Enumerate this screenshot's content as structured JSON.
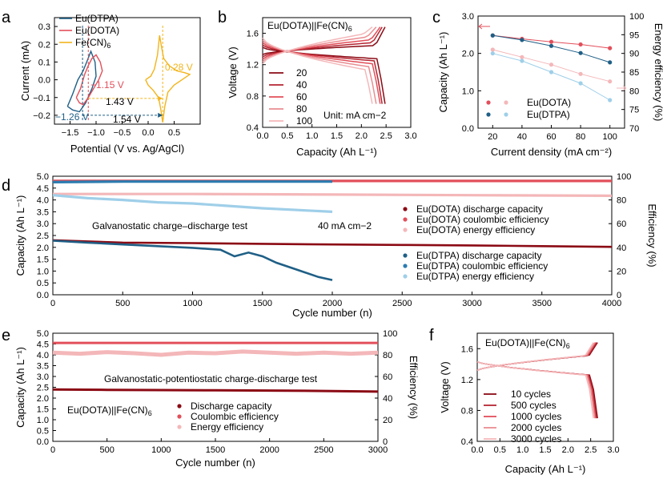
{
  "colors": {
    "dtpa": "#1f5f86",
    "dota": "#e24f5a",
    "fecn": "#f2b41b",
    "dota_dark": "#8b0a14",
    "dtpa_light": "#9fcfe9",
    "dota_light": "#f4b7b9",
    "dota_mid": "#ea8d91"
  },
  "chart_data": [
    {
      "panel": "a",
      "type": "line",
      "xlabel": "Potential (V vs. Ag/AgCl)",
      "ylabel": "Current (mA)",
      "xlim": [
        -1.8,
        1.0
      ],
      "ylim": [
        -0.25,
        0.35
      ],
      "xticks": [
        "-1.5",
        "-1.0",
        "-0.5",
        "0.0",
        "0.5"
      ],
      "yticks": [
        "-0.2",
        "-0.1",
        "0.0",
        "0.1",
        "0.2",
        "0.3"
      ],
      "legend": [
        "Eu(DTPA)",
        "Eu(DOTA)",
        "Fe(CN)6"
      ],
      "annotations": [
        "0.28 V",
        "−1.15 V",
        "1.43 V",
        "−1.26 V",
        "1.54 V"
      ],
      "series": [
        {
          "name": "Eu(DTPA)",
          "x": [
            -1.55,
            -1.45,
            -1.35,
            -1.25,
            -1.18,
            -1.1,
            -1.02,
            -1.0,
            -1.08,
            -1.2,
            -1.32,
            -1.45,
            -1.55
          ],
          "y": [
            -0.15,
            -0.08,
            0.0,
            0.05,
            0.1,
            0.16,
            0.1,
            0.02,
            -0.05,
            -0.13,
            -0.18,
            -0.17,
            -0.15
          ]
        },
        {
          "name": "Eu(DOTA)",
          "x": [
            -1.38,
            -1.3,
            -1.22,
            -1.15,
            -1.08,
            -1.0,
            -0.92,
            -0.88,
            -0.95,
            -1.05,
            -1.15,
            -1.25,
            -1.32,
            -1.38
          ],
          "y": [
            -0.1,
            -0.05,
            0.03,
            0.08,
            0.12,
            0.14,
            0.1,
            0.05,
            0.0,
            -0.05,
            -0.1,
            -0.14,
            -0.13,
            -0.1
          ]
        },
        {
          "name": "Fe(CN)6",
          "x": [
            -0.05,
            0.05,
            0.12,
            0.18,
            0.22,
            0.26,
            0.3,
            0.4,
            0.55,
            0.7,
            0.8,
            0.65,
            0.5,
            0.38,
            0.32,
            0.28,
            0.24,
            0.2,
            0.1,
            0.0,
            -0.05
          ],
          "y": [
            0.0,
            0.02,
            0.06,
            0.14,
            0.25,
            0.18,
            0.12,
            0.08,
            0.05,
            0.04,
            0.03,
            0.0,
            -0.03,
            -0.07,
            -0.15,
            -0.24,
            -0.16,
            -0.1,
            -0.06,
            -0.03,
            0.0
          ]
        }
      ]
    },
    {
      "panel": "b",
      "type": "line",
      "title": "Eu(DOTA)||Fe(CN)6",
      "xlabel": "Capacity (Ah L⁻¹)",
      "ylabel": "Voltage (V)",
      "xlim": [
        0.0,
        3.0
      ],
      "ylim": [
        0.4,
        1.8
      ],
      "xticks": [
        "0.0",
        "0.5",
        "1.0",
        "1.5",
        "2.0",
        "2.5",
        "3.0"
      ],
      "yticks": [
        "0.4",
        "0.8",
        "1.2",
        "1.6"
      ],
      "note": "Unit: mA cm−2",
      "legend": [
        "20",
        "40",
        "60",
        "80",
        "100"
      ],
      "series": [
        {
          "name": "20",
          "capacity": 2.48,
          "charge_v": [
            1.33,
            1.45,
            1.68
          ],
          "discharge_v": [
            1.42,
            1.27,
            0.7
          ]
        },
        {
          "name": "40",
          "capacity": 2.42,
          "charge_v": [
            1.3,
            1.49,
            1.68
          ],
          "discharge_v": [
            1.45,
            1.24,
            0.7
          ]
        },
        {
          "name": "60",
          "capacity": 2.38,
          "charge_v": [
            1.27,
            1.53,
            1.68
          ],
          "discharge_v": [
            1.48,
            1.2,
            0.7
          ]
        },
        {
          "name": "80",
          "capacity": 2.3,
          "charge_v": [
            1.24,
            1.57,
            1.68
          ],
          "discharge_v": [
            1.51,
            1.16,
            0.7
          ]
        },
        {
          "name": "100",
          "capacity": 2.22,
          "charge_v": [
            1.21,
            1.61,
            1.68
          ],
          "discharge_v": [
            1.54,
            1.12,
            0.7
          ]
        }
      ]
    },
    {
      "panel": "c",
      "type": "scatter",
      "xlabel": "Current density (mA cm⁻²)",
      "ylabel": "Capacity (Ah L⁻¹)",
      "y2label": "Energy efficiency (%)",
      "xlim": [
        10,
        110
      ],
      "ylim": [
        0.0,
        3.0
      ],
      "y2lim": [
        70,
        100
      ],
      "xticks": [
        "20",
        "40",
        "60",
        "80",
        "100"
      ],
      "yticks": [
        "0.0",
        "1.0",
        "2.0",
        "3.0"
      ],
      "y2ticks": [
        "70",
        "75",
        "80",
        "85",
        "90",
        "95",
        "100"
      ],
      "x": [
        20,
        40,
        60,
        80,
        100
      ],
      "legend": [
        "Eu(DOTA)",
        "Eu(DTPA)"
      ],
      "series": [
        {
          "name": "Eu(DOTA)",
          "capacity": [
            2.48,
            2.39,
            2.31,
            2.24,
            2.14
          ],
          "energy_efficiency": [
            91.0,
            89.0,
            87.0,
            84.5,
            82.5
          ]
        },
        {
          "name": "Eu(DTPA)",
          "capacity": [
            2.48,
            2.36,
            2.2,
            2.01,
            1.76
          ],
          "energy_efficiency": [
            90.0,
            88.0,
            85.0,
            82.0,
            77.5
          ]
        }
      ]
    },
    {
      "panel": "d",
      "type": "line",
      "xlabel": "Cycle number (n)",
      "ylabel": "Capacity (Ah L⁻¹)",
      "y2label": "Efficiency (%)",
      "xlim": [
        0,
        4000
      ],
      "ylim": [
        0.0,
        5.0
      ],
      "y2lim": [
        0,
        100
      ],
      "xticks": [
        "0",
        "500",
        "1000",
        "1500",
        "2000",
        "2500",
        "3000",
        "3500",
        "4000"
      ],
      "yticks": [
        "0.0",
        "0.5",
        "1.0",
        "1.5",
        "2.0",
        "2.5",
        "3.0",
        "3.5",
        "4.0",
        "4.5",
        "5.0"
      ],
      "y2ticks": [
        "0",
        "20",
        "40",
        "60",
        "80",
        "100"
      ],
      "annotations": [
        "Galvanostatic charge–discharge test",
        "40 mA cm−2"
      ],
      "legend": [
        "Eu(DOTA) discharge capacity",
        "Eu(DOTA) coulombic efficiency",
        "Eu(DOTA) energy efficiency",
        "Eu(DTPA) discharge capacity",
        "Eu(DTPA) coulombic efficiency",
        "Eu(DTPA) energy efficiency"
      ],
      "series": [
        {
          "name": "Eu(DOTA) discharge capacity",
          "x": [
            0,
            500,
            1000,
            1500,
            2000,
            2500,
            3000,
            3500,
            4000
          ],
          "y": [
            2.3,
            2.2,
            2.18,
            2.15,
            2.12,
            2.1,
            2.08,
            2.05,
            2.02
          ]
        },
        {
          "name": "Eu(DOTA) coulombic efficiency",
          "x": [
            0,
            1000,
            2000,
            3000,
            4000
          ],
          "y": [
            96,
            96,
            96,
            96,
            96
          ]
        },
        {
          "name": "Eu(DOTA) energy efficiency",
          "x": [
            0,
            1000,
            2000,
            3000,
            4000
          ],
          "y": [
            85,
            85,
            84.5,
            84,
            83.5
          ]
        },
        {
          "name": "Eu(DTPA) discharge capacity",
          "x": [
            0,
            250,
            500,
            750,
            1000,
            1200,
            1300,
            1400,
            1500,
            1600,
            1750,
            1900,
            2000
          ],
          "y": [
            2.28,
            2.2,
            2.12,
            2.05,
            1.98,
            1.9,
            1.62,
            1.78,
            1.62,
            1.35,
            1.05,
            0.75,
            0.62
          ]
        },
        {
          "name": "Eu(DTPA) coulombic efficiency",
          "x": [
            0,
            500,
            1000,
            1500,
            2000
          ],
          "y": [
            95,
            95.5,
            95.5,
            95.5,
            95.5
          ]
        },
        {
          "name": "Eu(DTPA) energy efficiency",
          "x": [
            0,
            250,
            500,
            750,
            1000,
            1250,
            1500,
            1750,
            2000
          ],
          "y": [
            84,
            81.5,
            80,
            78,
            77,
            75,
            73,
            71.5,
            70
          ]
        }
      ]
    },
    {
      "panel": "e",
      "type": "line",
      "xlabel": "Cycle number (n)",
      "ylabel": "Capacity (Ah L⁻¹)",
      "y2label": "Efficiency (%)",
      "xlim": [
        0,
        3000
      ],
      "ylim": [
        0.0,
        5.0
      ],
      "y2lim": [
        0,
        100
      ],
      "xticks": [
        "0",
        "500",
        "1000",
        "1500",
        "2000",
        "2500",
        "3000"
      ],
      "yticks": [
        "0.0",
        "0.5",
        "1.0",
        "1.5",
        "2.0",
        "2.5",
        "3.0",
        "3.5",
        "4.0",
        "4.5",
        "5.0"
      ],
      "y2ticks": [
        "0",
        "20",
        "40",
        "60",
        "80",
        "100"
      ],
      "annotations": [
        "Galvanostatic-potentiostatic charge-discharge test",
        "Eu(DOTA)||Fe(CN)6"
      ],
      "legend": [
        "Discharge capacity",
        "Coulombic efficiency",
        "Energy efficiency"
      ],
      "series": [
        {
          "name": "Discharge capacity",
          "x": [
            0,
            500,
            1000,
            1500,
            2000,
            2500,
            3000
          ],
          "y": [
            2.4,
            2.38,
            2.37,
            2.36,
            2.35,
            2.33,
            2.3
          ]
        },
        {
          "name": "Coulombic efficiency",
          "x": [
            0,
            500,
            1000,
            1500,
            2000,
            2500,
            3000
          ],
          "y": [
            91,
            91,
            91,
            91,
            91,
            91,
            91
          ]
        },
        {
          "name": "Energy efficiency",
          "x": [
            0,
            250,
            500,
            750,
            1000,
            1250,
            1500,
            1750,
            2000,
            2250,
            2500,
            2750,
            3000
          ],
          "y": [
            82,
            81,
            82.5,
            81.5,
            80,
            82,
            81.5,
            83,
            82,
            81,
            82,
            81,
            82
          ]
        }
      ]
    },
    {
      "panel": "f",
      "type": "line",
      "title": "Eu(DOTA)||Fe(CN)6",
      "xlabel": "Capacity (Ah L⁻¹)",
      "ylabel": "Voltage (V)",
      "xlim": [
        0.0,
        3.0
      ],
      "ylim": [
        0.4,
        1.8
      ],
      "xticks": [
        "0.0",
        "0.5",
        "1.0",
        "1.5",
        "2.0",
        "2.5",
        "3.0"
      ],
      "yticks": [
        "0.4",
        "0.8",
        "1.2",
        "1.6"
      ],
      "legend": [
        "10 cycles",
        "500 cycles",
        "1000 cycles",
        "2000 cycles",
        "3000 cycles"
      ],
      "series": [
        {
          "name": "10 cycles",
          "capacity": 2.65
        },
        {
          "name": "500 cycles",
          "capacity": 2.63
        },
        {
          "name": "1000 cycles",
          "capacity": 2.61
        },
        {
          "name": "2000 cycles",
          "capacity": 2.59
        },
        {
          "name": "3000 cycles",
          "capacity": 2.56
        }
      ]
    }
  ],
  "labels": {
    "a": "a",
    "b": "b",
    "c": "c",
    "d": "d",
    "e": "e",
    "f": "f"
  }
}
